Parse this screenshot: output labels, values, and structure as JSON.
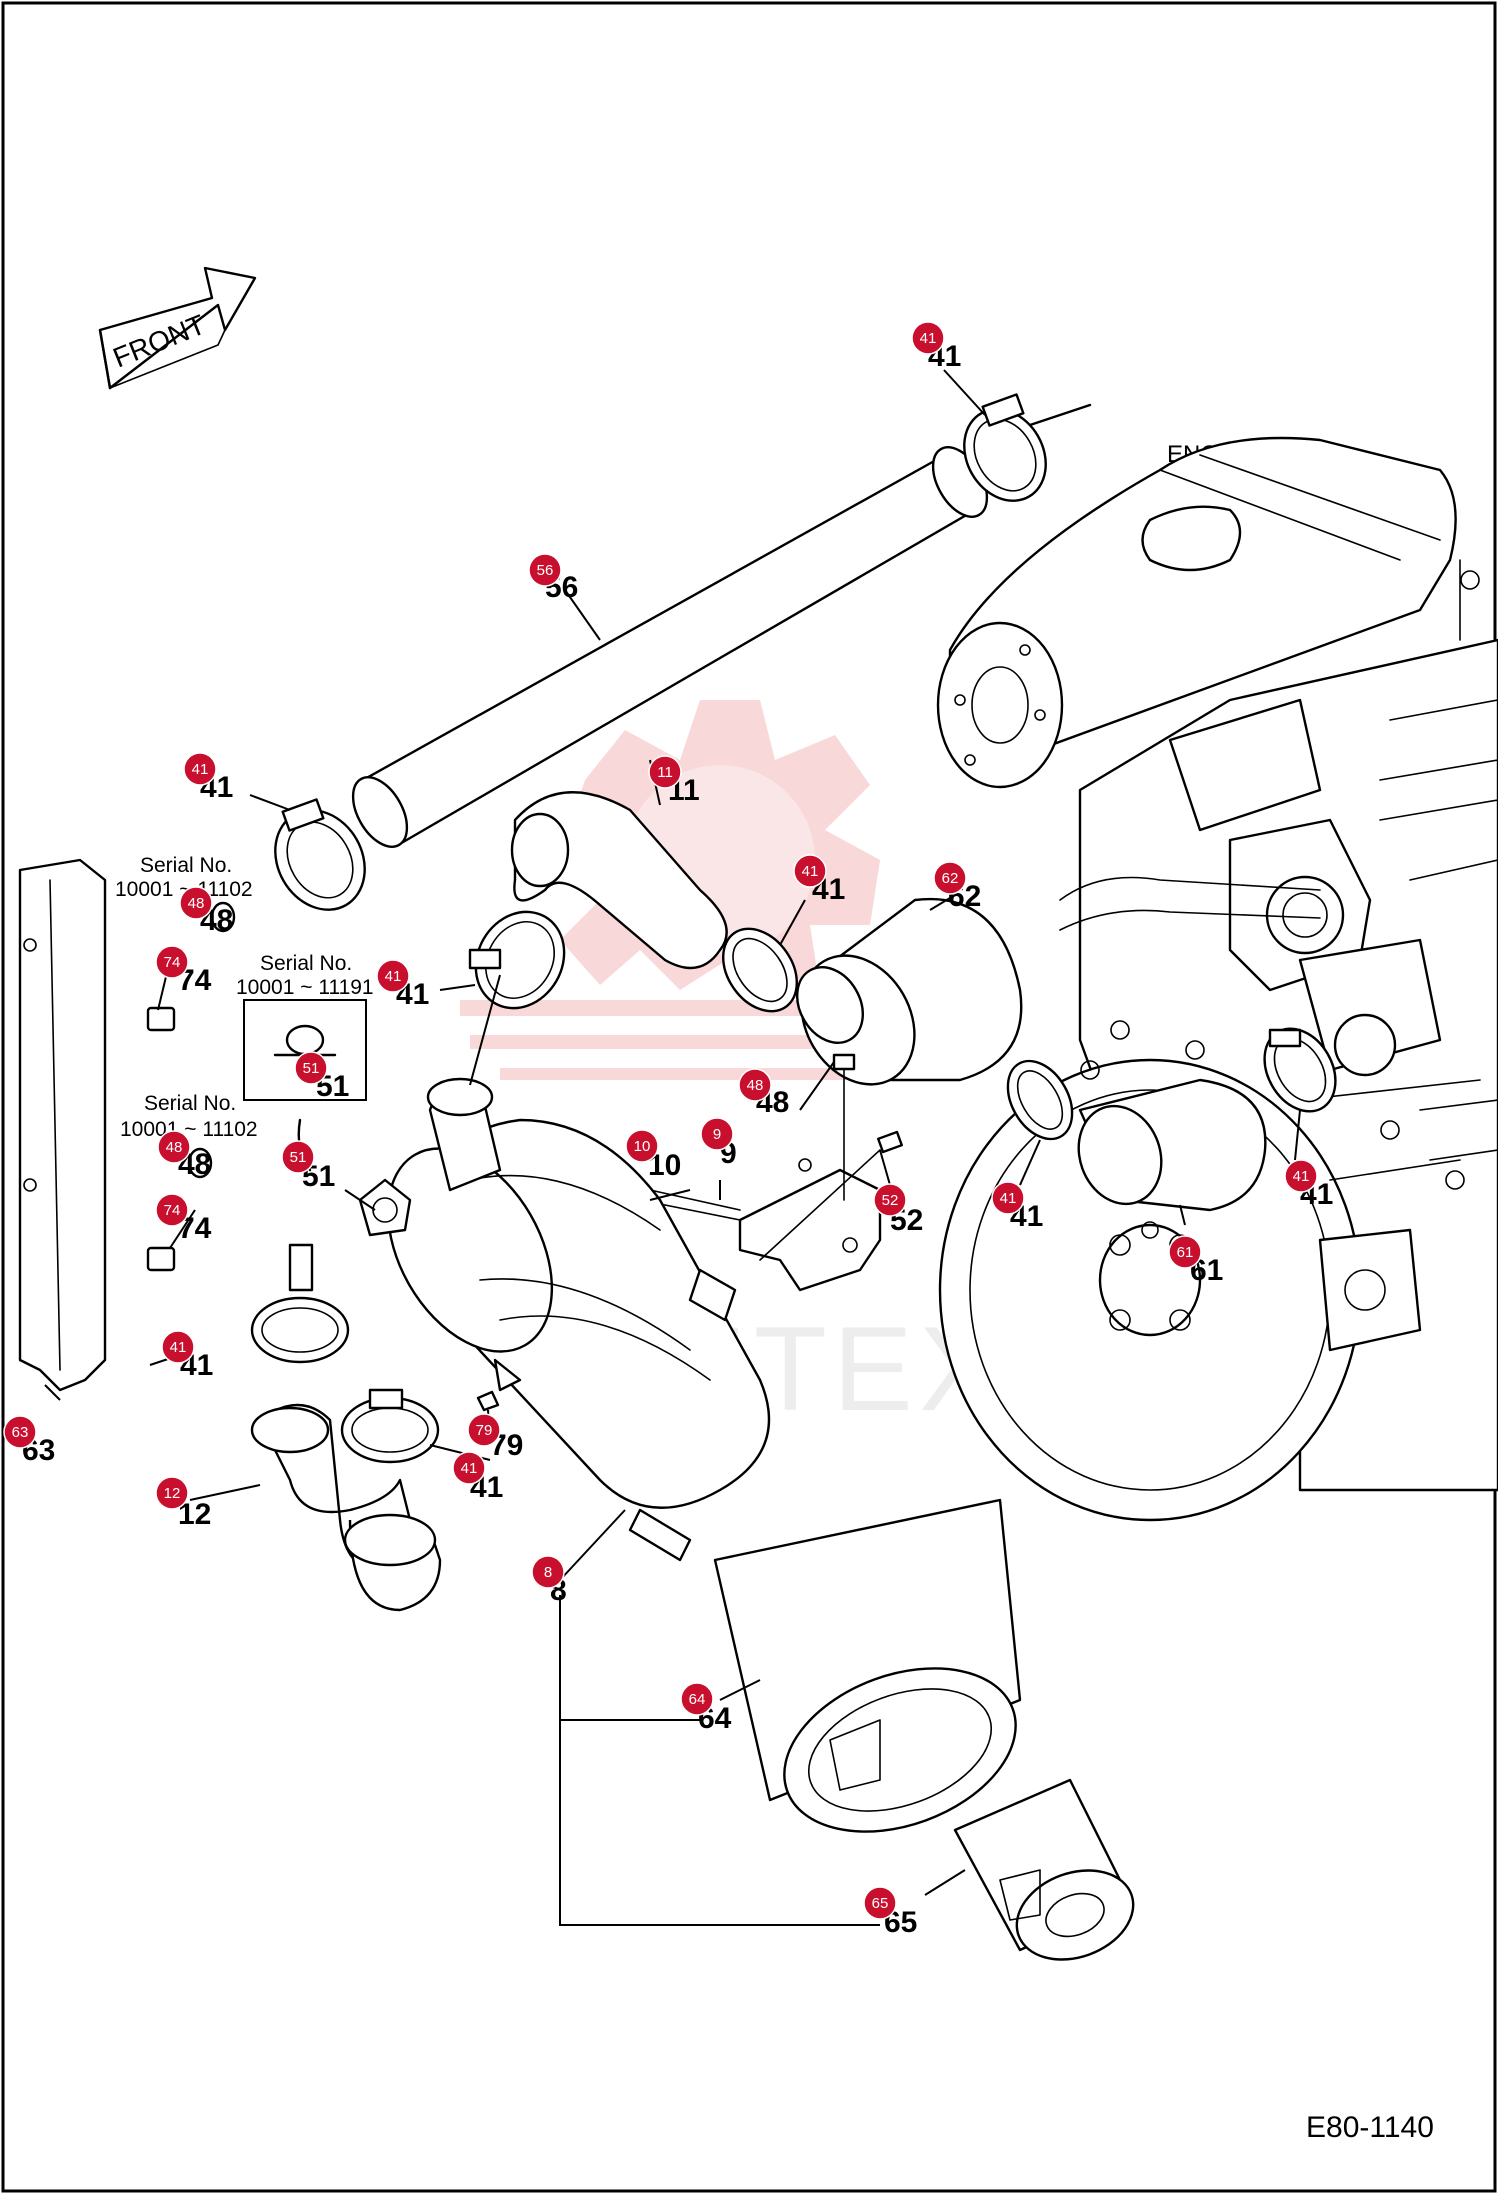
{
  "diagram": {
    "front_label": "FRONT",
    "engine_label": "ENGINE",
    "watermark_text": "MHTEX",
    "figure_code": "E80-1140",
    "serial_notes": [
      {
        "label": "Serial No.",
        "range": "10001 ~ 11102"
      },
      {
        "label": "Serial No.",
        "range": "10001 ~ 11191"
      },
      {
        "label": "Serial No.",
        "range": "10001 ~ 11102"
      }
    ],
    "part_labels": [
      "41",
      "56",
      "41",
      "11",
      "41",
      "62",
      "48",
      "74",
      "51",
      "41",
      "51",
      "48",
      "74",
      "10",
      "9",
      "48",
      "52",
      "41",
      "41",
      "61",
      "41",
      "12",
      "79",
      "41",
      "63",
      "8",
      "64",
      "65"
    ],
    "hotspots": [
      "41",
      "56",
      "41",
      "11",
      "41",
      "62",
      "48",
      "74",
      "51",
      "41",
      "51",
      "48",
      "74",
      "10",
      "9",
      "48",
      "52",
      "41",
      "41",
      "61",
      "41",
      "12",
      "79",
      "41",
      "63",
      "8",
      "64",
      "65"
    ],
    "colors": {
      "hotspot": "#c8102e",
      "line": "#000000",
      "watermark": "#f2b8b8"
    }
  }
}
